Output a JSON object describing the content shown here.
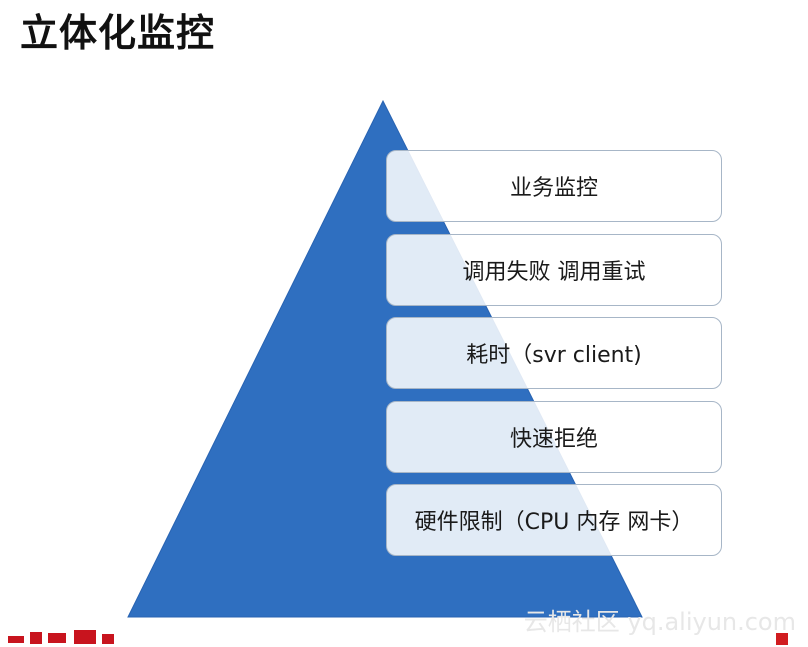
{
  "title": "立体化监控",
  "layers": [
    {
      "label": "业务监控"
    },
    {
      "label": "调用失败 调用重试"
    },
    {
      "label": "耗时（svr client)"
    },
    {
      "label": "快速拒绝"
    },
    {
      "label": "硬件限制（CPU 内存 网卡）"
    }
  ],
  "watermark": "云栖社区 yq.aliyun.com",
  "colors": {
    "pyramid_fill": "#2f6fc0",
    "box_border": "#a7b6c7",
    "title_text": "#111111",
    "watermark_text": "#e7e7e7"
  }
}
